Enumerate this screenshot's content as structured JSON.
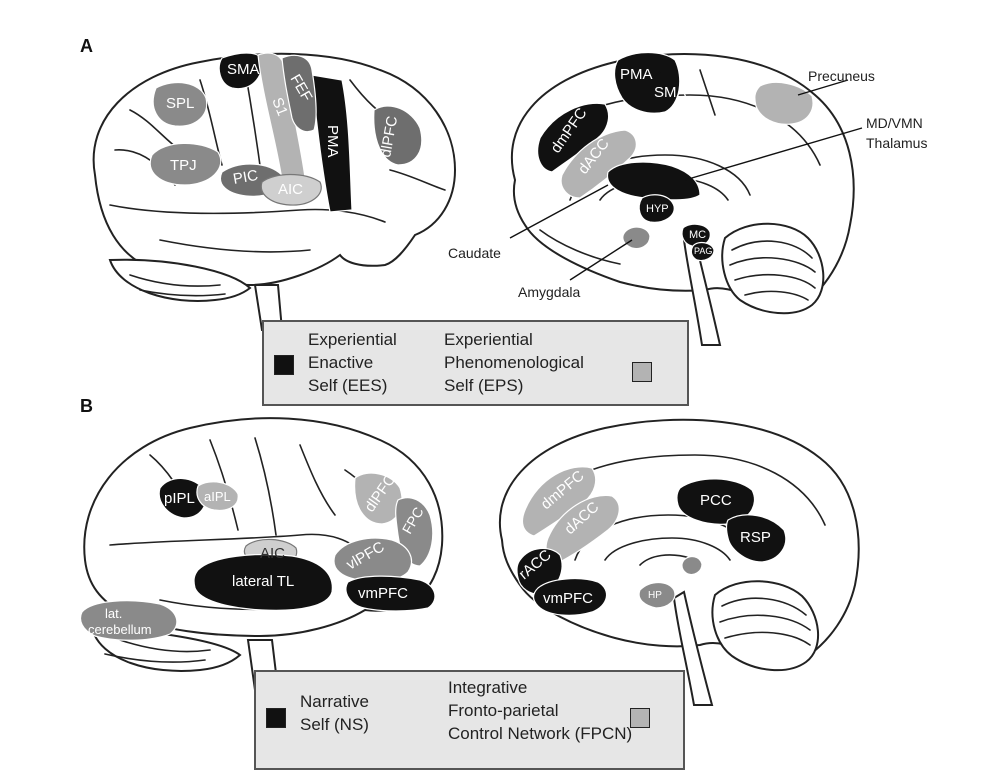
{
  "panels": [
    {
      "letter": "A"
    },
    {
      "letter": "B"
    }
  ],
  "regions_a_lateral": [
    "SMA",
    "S1",
    "FEF",
    "SPL",
    "PMA",
    "dlPFC",
    "TPJ",
    "PIC",
    "AIC"
  ],
  "regions_a_medial": [
    "PMA",
    "SMA",
    "dmPFC",
    "dACC",
    "HYP",
    "MC",
    "PAG"
  ],
  "callouts_a": [
    "Precuneus",
    "MD/VMN\nThalamus",
    "Caudate",
    "Amygdala"
  ],
  "legend_a": {
    "left_text": "Experiential\nEnactive\nSelf (EES)",
    "right_text": "Experiential\nPhenomenological\nSelf (EPS)",
    "left_swatch_color": "#111111",
    "right_swatch_color": "#b3b3b3"
  },
  "regions_b_lateral": [
    "pIPL",
    "aIPL",
    "dlPFC",
    "FPC",
    "AIC",
    "vlPFC",
    "lateral TL",
    "vmPFC",
    "lat.\ncerebellum"
  ],
  "regions_b_medial": [
    "dmPFC",
    "dACC",
    "PCC",
    "RSP",
    "rACC",
    "vmPFC",
    "HP"
  ],
  "legend_b": {
    "left_text": "Narrative\nSelf (NS)",
    "right_text": "Integrative\nFronto-parietal\nControl Network (FPCN)",
    "left_swatch_color": "#111111",
    "right_swatch_color": "#b3b3b3"
  },
  "colors": {
    "ees_ns_black": "#111111",
    "dark_gray": "#6e6e6e",
    "mid_gray": "#8a8a8a",
    "light_gray": "#b3b3b3",
    "pale_gray": "#cfcfcf",
    "legend_bg": "#e6e6e6"
  }
}
